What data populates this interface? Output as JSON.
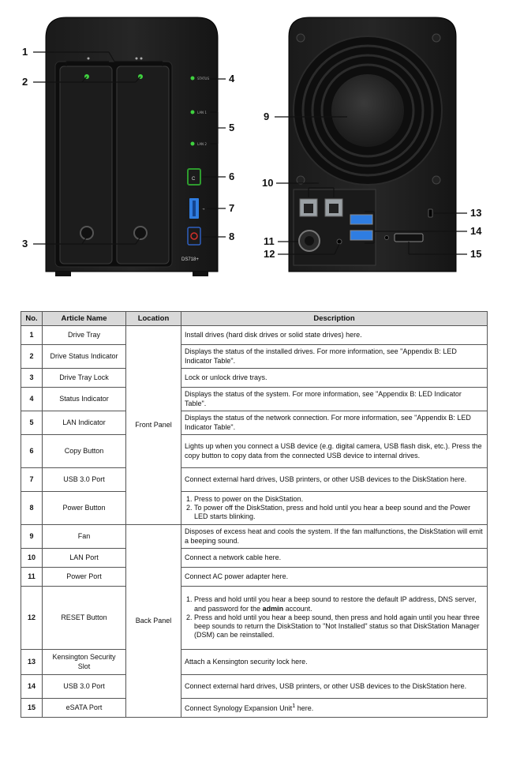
{
  "figure": {
    "callouts": [
      "1",
      "2",
      "3",
      "4",
      "5",
      "6",
      "7",
      "8",
      "9",
      "10",
      "11",
      "12",
      "13",
      "14",
      "15"
    ],
    "led_labels": [
      "STATUS",
      "LAN 1",
      "LAN 2"
    ],
    "model_label": "DS718+",
    "colors": {
      "body": "#111111",
      "led": "#3fd13f",
      "copy_button": "#2e9b2e",
      "usb_port": "#2f7de1",
      "power_button": "#d0302a"
    }
  },
  "table": {
    "headers": [
      "No.",
      "Article Name",
      "Location",
      "Description"
    ],
    "locations": {
      "front": "Front Panel",
      "back": "Back Panel"
    },
    "rows": [
      {
        "no": "1",
        "name": "Drive Tray",
        "desc": "Install drives (hard disk drives or solid state drives) here."
      },
      {
        "no": "2",
        "name": "Drive Status Indicator",
        "desc": "Displays the status of the installed drives. For more information, see \"Appendix B: LED Indicator Table\"."
      },
      {
        "no": "3",
        "name": "Drive Tray Lock",
        "desc": "Lock or unlock drive trays."
      },
      {
        "no": "4",
        "name": "Status Indicator",
        "desc": "Displays the status of the system. For more information, see \"Appendix B: LED Indicator Table\"."
      },
      {
        "no": "5",
        "name": "LAN Indicator",
        "desc": "Displays the status of the network connection. For more information, see \"Appendix B: LED Indicator Table\"."
      },
      {
        "no": "6",
        "name": "Copy Button",
        "desc": "Lights up when you connect a USB device (e.g. digital camera, USB flash disk, etc.). Press the copy button to copy data from the connected USB device to internal drives."
      },
      {
        "no": "7",
        "name": "USB 3.0 Port",
        "desc": "Connect external hard drives, USB printers, or other USB devices to the DiskStation here."
      },
      {
        "no": "8",
        "name": "Power Button",
        "desc_items": [
          "Press to power on the DiskStation.",
          "To power off the DiskStation, press and hold until you hear a beep sound and the Power LED starts blinking."
        ]
      },
      {
        "no": "9",
        "name": "Fan",
        "desc": "Disposes of excess heat and cools the system. If the fan malfunctions, the DiskStation will emit a beeping sound."
      },
      {
        "no": "10",
        "name": "LAN Port",
        "desc": "Connect a network cable here."
      },
      {
        "no": "11",
        "name": "Power Port",
        "desc": "Connect AC power adapter here."
      },
      {
        "no": "12",
        "name": "RESET Button",
        "desc_item1_pre": "Press and hold until you hear a beep sound to restore the default IP address, DNS server, and password for the ",
        "desc_item1_bold": "admin",
        "desc_item1_post": " account.",
        "desc_item2": "Press and hold until you hear a beep sound, then press and hold again until you hear three beep sounds to return the DiskStation to \"Not Installed\" status so that DiskStation Manager (DSM) can be reinstalled."
      },
      {
        "no": "13",
        "name": "Kensington Security Slot",
        "desc": "Attach a Kensington security lock here."
      },
      {
        "no": "14",
        "name": "USB 3.0 Port",
        "desc": "Connect external hard drives, USB printers, or other USB devices to the DiskStation here."
      },
      {
        "no": "15",
        "name": "eSATA Port",
        "desc_pre": "Connect Synology Expansion Unit",
        "desc_sup": "1",
        "desc_post": " here."
      }
    ]
  }
}
